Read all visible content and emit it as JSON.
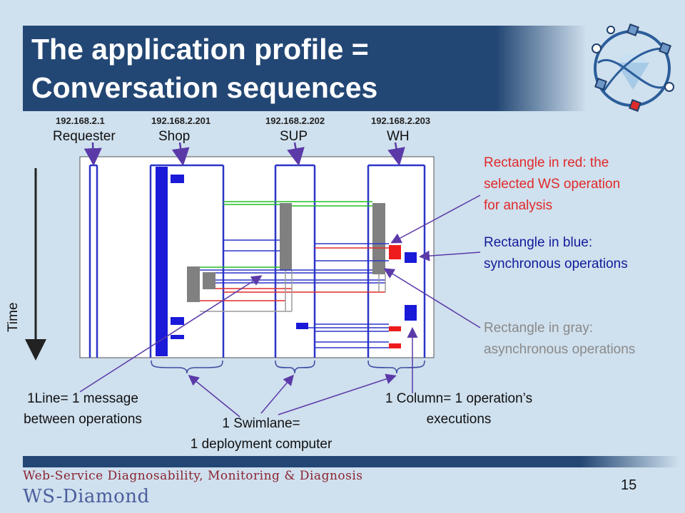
{
  "slide": {
    "title": "The application profile = Conversation sequences",
    "page_number": "15",
    "footer_text": "Web-Service Diagnosability, Monitoring & Diagnosis",
    "footer_logo": "WS-Diamond"
  },
  "diagram": {
    "nodes": [
      {
        "ip": "192.168.2.1",
        "label": "Requester"
      },
      {
        "ip": "192.168.2.201",
        "label": "Shop"
      },
      {
        "ip": "192.168.2.202",
        "label": "SUP"
      },
      {
        "ip": "192.168.2.203",
        "label": "WH"
      }
    ],
    "time_label": "Time",
    "annotations": {
      "red_line1": "Rectangle in red: the",
      "red_line2": "selected WS operation",
      "red_line3": "for analysis",
      "blue_line1": "Rectangle in blue:",
      "blue_line2": "synchronous operations",
      "gray_line1": "Rectangle in gray:",
      "gray_line2": "asynchronous operations",
      "line_line1": "1Line= 1 message",
      "line_line2": "between operations",
      "swimlane_line1": "1 Swimlane=",
      "swimlane_line2": "1 deployment computer",
      "column_line1": "1 Column= 1 operation’s",
      "column_line2": "executions"
    },
    "colors": {
      "title_bar": "#234774",
      "red": "#e02a2a",
      "blue": "#111c9a",
      "gray": "#8a8a8a",
      "arrow": "#5b3aa8"
    }
  }
}
